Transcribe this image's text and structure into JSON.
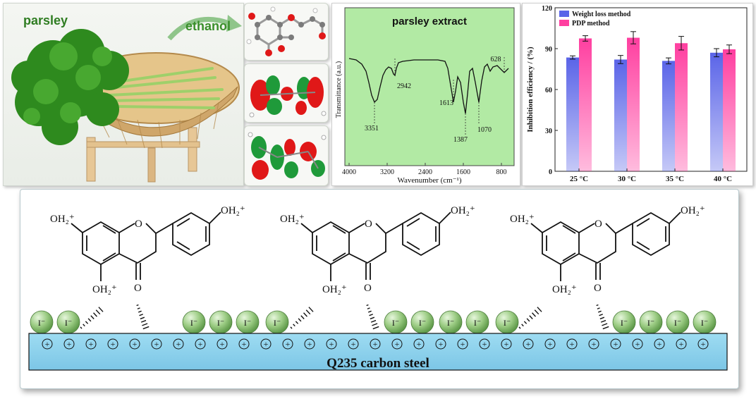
{
  "photo": {
    "parsley_label": "parsley",
    "ethanol_label": "ethanol"
  },
  "ir": {
    "title": "parsley extract",
    "ylabel": "Transmittance (a.u.)",
    "xlabel": "Wavenumber (cm⁻¹)",
    "ticks": [
      "4000",
      "3200",
      "2400",
      "1600",
      "800"
    ],
    "peaks": [
      "3351",
      "2942",
      "1613",
      "1387",
      "1070",
      "628"
    ]
  },
  "chart_data": {
    "type": "bar",
    "categories": [
      "25 °C",
      "30 °C",
      "35 °C",
      "40 °C"
    ],
    "series": [
      {
        "name": "Weight loss method",
        "values": [
          83.5,
          82,
          81,
          87
        ],
        "errors": [
          1.2,
          3,
          2.2,
          3
        ],
        "color": "#5a64e8"
      },
      {
        "name": "PDP method",
        "values": [
          97.5,
          98,
          94,
          89.5
        ],
        "errors": [
          2,
          4.5,
          5,
          3.2
        ],
        "color": "#ff3fa0"
      }
    ],
    "ylabel": "Inhibition efficiency / (%)",
    "ylim": [
      0,
      120
    ],
    "yticks": [
      "0",
      "30",
      "60",
      "90",
      "120"
    ],
    "legend_position": "top-left"
  },
  "scheme": {
    "substrate_label": "Q235 carbon steel",
    "iodide_label": "I⁻",
    "oh2_label": "OH₂⁺",
    "ring_o_label": "O",
    "carbonyl_o_label": "O",
    "plus_sign": "+"
  },
  "colors": {
    "steel": "#8fd3ee",
    "iodide": "#8ec27a",
    "ir_bg": "#b2eaa4",
    "weight_loss": "#5a64e8",
    "pdp": "#ff3fa0"
  }
}
